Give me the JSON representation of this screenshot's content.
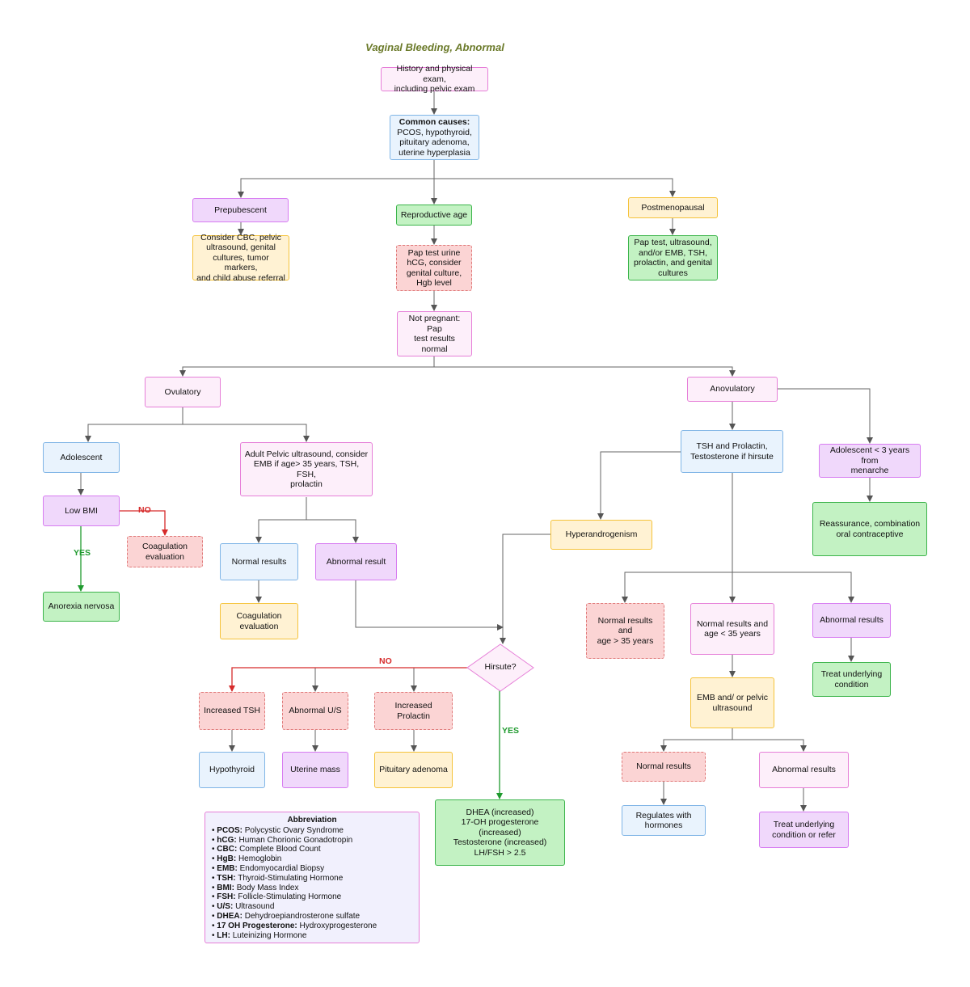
{
  "title": "Vaginal Bleeding, Abnormal",
  "nodes": {
    "history": {
      "text": "History and physical exam,\nincluding pelvic exam"
    },
    "common": {
      "bold": "Common causes:",
      "text": "PCOS, hypothyroid,\npituitary adenoma,\nuterine hyperplasia"
    },
    "prepubescent": {
      "text": "Prepubescent"
    },
    "reproductive": {
      "text": "Reproductive age"
    },
    "postmenopausal": {
      "text": "Postmenopausal"
    },
    "prepub_consider": {
      "text": "Consider CBC, pelvic\nultrasound, genital\ncultures, tumor markers,\nand child abuse referral"
    },
    "pap_urine": {
      "text": "Pap test urine\nhCG, consider\ngenital culture,\nHgb level"
    },
    "postmeno_tests": {
      "text": "Pap test, ultrasound,\nand/or EMB, TSH,\nprolactin, and genital\ncultures"
    },
    "not_pregnant": {
      "text": "Not pregnant: Pap\ntest results normal"
    },
    "ovulatory": {
      "text": "Ovulatory"
    },
    "anovulatory": {
      "text": "Anovulatory"
    },
    "adolescent": {
      "text": "Adolescent"
    },
    "adult_pelvic": {
      "text": "Adult Pelvic ultrasound, consider\nEMB if age> 35 years, TSH, FSH,\nprolactin"
    },
    "tsh_prolactin": {
      "text": "TSH and Prolactin,\nTestosterone if hirsute"
    },
    "adolescent_3y": {
      "text": "Adolescent < 3 years from\nmenarche"
    },
    "low_bmi": {
      "text": "Low BMI"
    },
    "coag_eval_1": {
      "text": "Coagulation\nevaluation"
    },
    "reassurance": {
      "text": "Reassurance, combination\noral contraceptive"
    },
    "hyperandrogenism": {
      "text": "Hyperandrogenism"
    },
    "normal_results_ov": {
      "text": "Normal results"
    },
    "abnormal_result_ov": {
      "text": "Abnormal result"
    },
    "anorexia": {
      "text": "Anorexia nervosa"
    },
    "coag_eval_2": {
      "text": "Coagulation\nevaluation"
    },
    "normal_gt35": {
      "text": "Normal results and\nage > 35 years"
    },
    "normal_lt35": {
      "text": "Normal results and\nage < 35 years"
    },
    "abnormal_an": {
      "text": "Abnormal results"
    },
    "hirsute": {
      "text": "Hirsute?"
    },
    "treat_underlying_1": {
      "text": "Treat underlying\ncondition"
    },
    "increased_tsh": {
      "text": "Increased TSH"
    },
    "abnormal_us": {
      "text": "Abnormal U/S"
    },
    "increased_prolactin": {
      "text": "Increased Prolactin"
    },
    "emb_pelvic": {
      "text": "EMB and/ or pelvic\nultrasound"
    },
    "hypothyroid": {
      "text": "Hypothyroid"
    },
    "uterine_mass": {
      "text": "Uterine mass"
    },
    "pituitary_adenoma": {
      "text": "Pituitary adenoma"
    },
    "normal_results_emb": {
      "text": "Normal results"
    },
    "abnormal_results_emb": {
      "text": "Abnormal results"
    },
    "dhea": {
      "text": "DHEA (increased)\n17-OH progesterone (increased)\nTestosterone (increased)\nLH/FSH > 2.5"
    },
    "regulates": {
      "text": "Regulates with\nhormones"
    },
    "treat_refer": {
      "text": "Treat underlying\ncondition or refer"
    }
  },
  "edge_labels": {
    "no_bmi": "NO",
    "yes_bmi": "YES",
    "no_hirsute": "NO",
    "yes_hirsute": "YES"
  },
  "legend": {
    "title": "Abbreviation",
    "items": [
      {
        "abbr": "PCOS:",
        "full": "Polycystic Ovary Syndrome"
      },
      {
        "abbr": "hCG:",
        "full": "Human Chorionic Gonadotropin"
      },
      {
        "abbr": "CBC:",
        "full": "Complete Blood Count"
      },
      {
        "abbr": "HgB:",
        "full": "Hemoglobin"
      },
      {
        "abbr": "EMB:",
        "full": "Endomyocardial Biopsy"
      },
      {
        "abbr": "TSH:",
        "full": "Thyroid-Stimulating Hormone"
      },
      {
        "abbr": "BMI:",
        "full": "Body Mass Index"
      },
      {
        "abbr": "FSH:",
        "full": "Follicle-Stimulating Hormone"
      },
      {
        "abbr": "U/S:",
        "full": "Ultrasound"
      },
      {
        "abbr": "DHEA:",
        "full": "Dehydroepiandrosterone sulfate"
      },
      {
        "abbr": "17 OH Progesterone:",
        "full": "Hydroxyprogesterone"
      },
      {
        "abbr": "LH:",
        "full": "Luteinizing Hormone"
      }
    ]
  }
}
